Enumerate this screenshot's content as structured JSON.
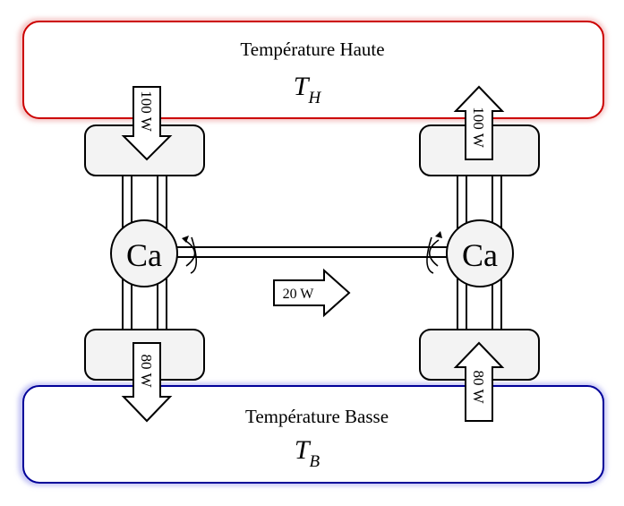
{
  "reservoirs": {
    "hot": {
      "label": "Température Haute",
      "symbol_main": "T",
      "symbol_sub": "H",
      "border_color": "#cc0000",
      "glow_color": "#f2b8b8"
    },
    "cold": {
      "label": "Température Basse",
      "symbol_main": "T",
      "symbol_sub": "B",
      "border_color": "#000099",
      "glow_color": "#b8b8f2"
    }
  },
  "machines": {
    "left": {
      "label": "Ca"
    },
    "right": {
      "label": "Ca"
    }
  },
  "flows": {
    "left_in": "100 W",
    "left_out": "80 W",
    "right_out": "100 W",
    "right_in": "80 W",
    "work": "20 W"
  },
  "colors": {
    "stroke": "#000000",
    "fill_light": "#f3f3f3",
    "fill_white": "#ffffff"
  }
}
